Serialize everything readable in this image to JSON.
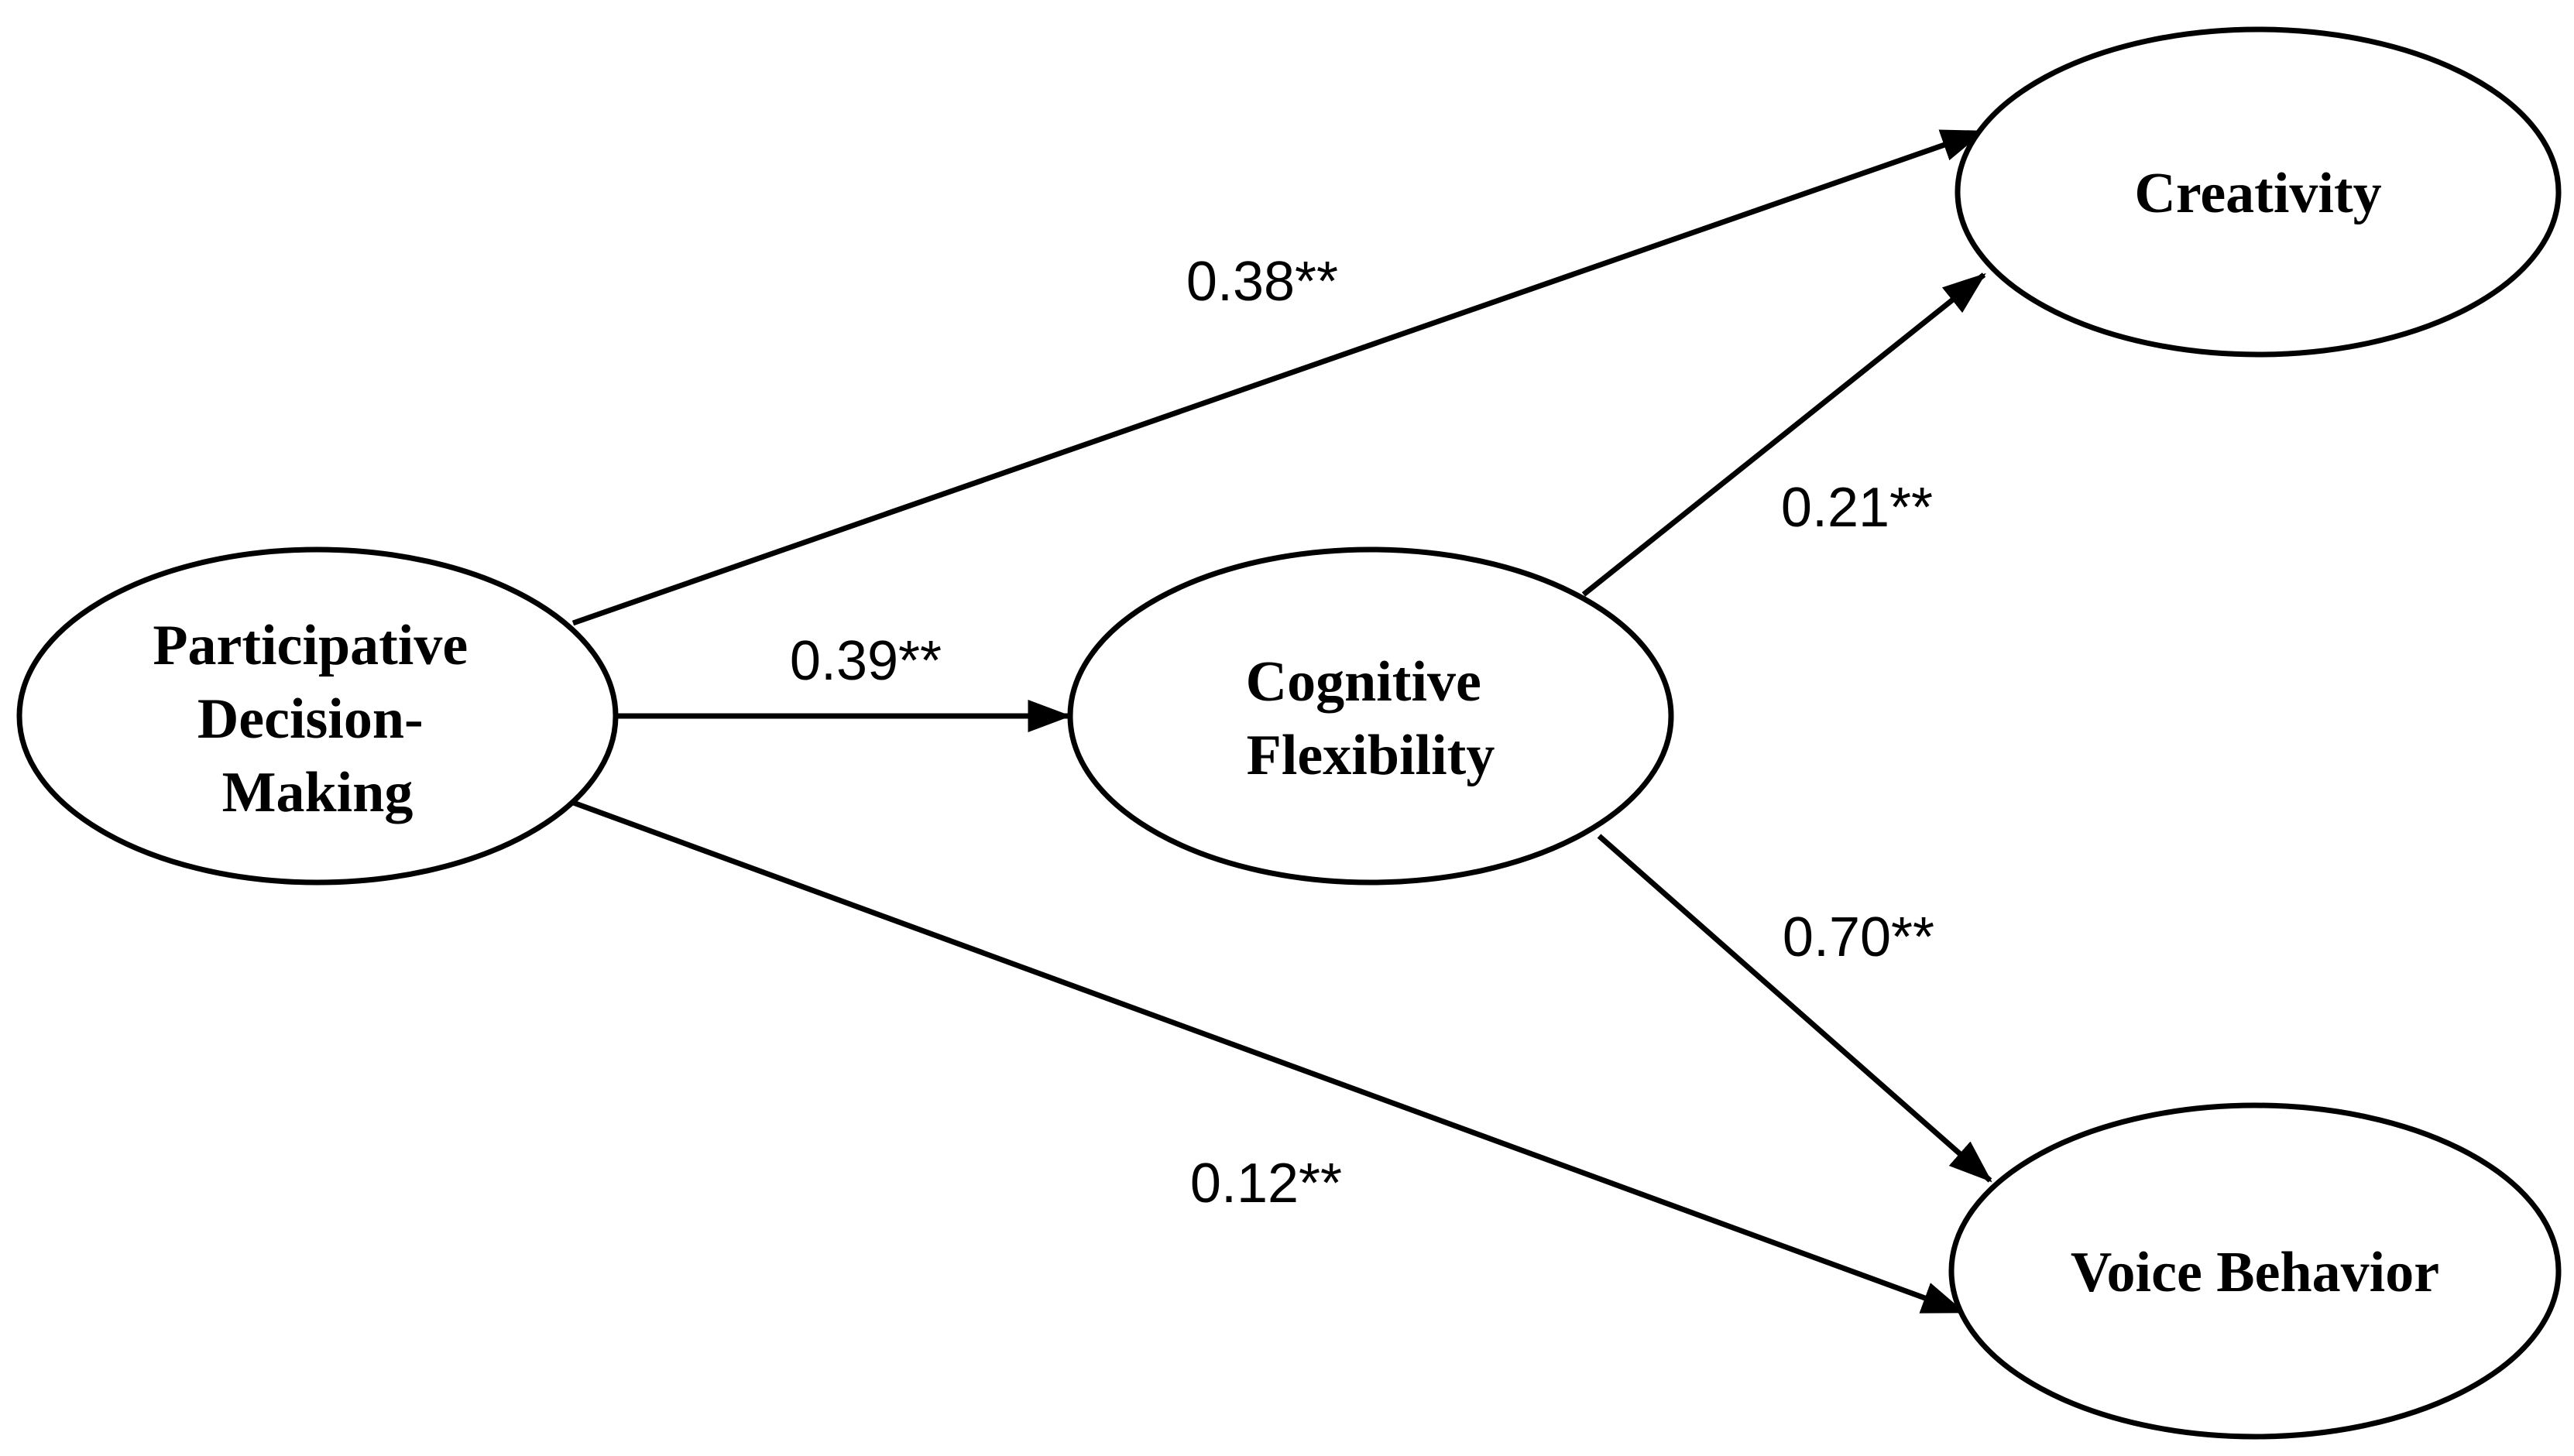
{
  "nodes": {
    "pdm": {
      "lines": [
        "Participative",
        "Decision-",
        "Making"
      ]
    },
    "cf": {
      "lines": [
        "Cognitive",
        "Flexibility"
      ]
    },
    "creativity": {
      "lines": [
        "Creativity"
      ]
    },
    "voice": {
      "lines": [
        "Voice Behavior"
      ]
    }
  },
  "edges": {
    "pdm_creativity": {
      "label": "0.38**"
    },
    "pdm_cf": {
      "label": "0.39**"
    },
    "cf_creativity": {
      "label": "0.21**"
    },
    "cf_voice": {
      "label": "0.70**"
    },
    "pdm_voice": {
      "label": "0.12**"
    }
  }
}
